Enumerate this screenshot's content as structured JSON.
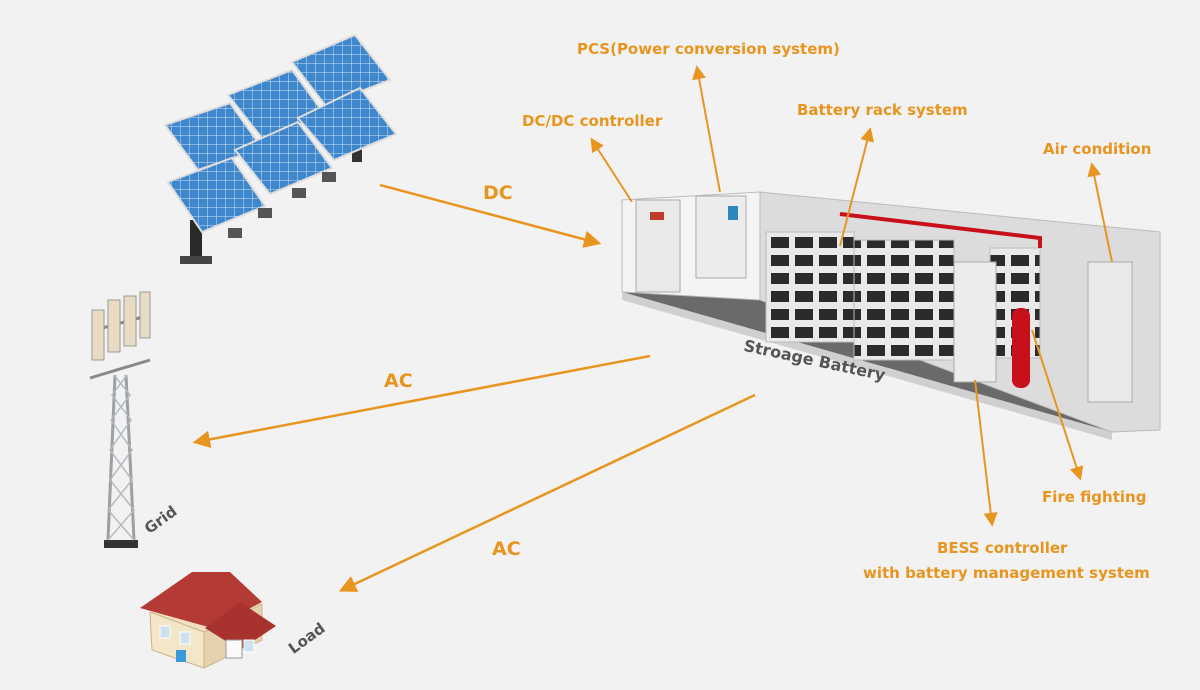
{
  "labels": {
    "pcs": "PCS(Power conversion system)",
    "dcdc": "DC/DC controller",
    "battery_rack": "Battery rack system",
    "air_condition": "Air condition",
    "fire_fighting": "Fire fighting",
    "bess_line1": "BESS controller",
    "bess_line2": "with battery management system",
    "storage": "Stroage Battery",
    "dc": "DC",
    "ac_grid": "AC",
    "ac_load": "AC",
    "grid": "Grid",
    "load": "Load"
  },
  "colors": {
    "arrow": "#e8951f",
    "panel": "#3f87cc",
    "roof": "#b33a35",
    "extinguisher": "#c8101a"
  }
}
